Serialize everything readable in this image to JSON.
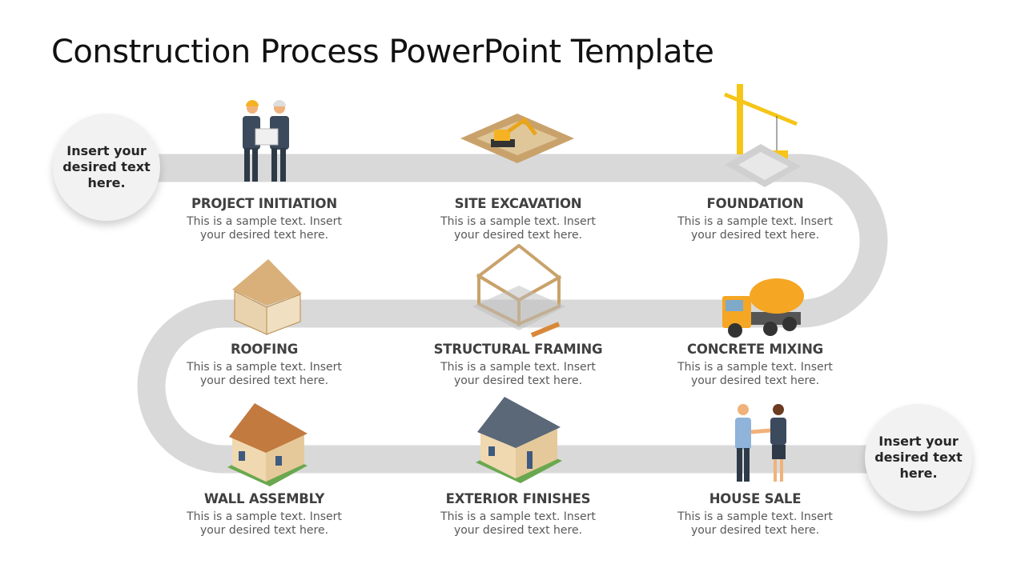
{
  "title": "Construction Process PowerPoint Template",
  "circles": {
    "start": "Insert your desired text here.",
    "end": "Insert your desired text here."
  },
  "steps": [
    {
      "title": "PROJECT INITIATION",
      "line1": "This is a sample text.  Insert",
      "line2": "your desired text here.",
      "icon": "engineers-icon"
    },
    {
      "title": "SITE EXCAVATION",
      "line1": "This is a sample text.  Insert",
      "line2": "your desired text here.",
      "icon": "excavator-icon"
    },
    {
      "title": "FOUNDATION",
      "line1": "This is a sample text.  Insert",
      "line2": "your desired text here.",
      "icon": "crane-icon"
    },
    {
      "title": "ROOFING",
      "line1": "This is a sample text.  Insert",
      "line2": "your desired text here.",
      "icon": "roof-frame-icon"
    },
    {
      "title": "STRUCTURAL FRAMING",
      "line1": "This is a sample text.  Insert",
      "line2": "your desired text here.",
      "icon": "house-frame-icon"
    },
    {
      "title": "CONCRETE MIXING",
      "line1": "This is a sample text.  Insert",
      "line2": "your desired text here.",
      "icon": "concrete-truck-icon"
    },
    {
      "title": "WALL ASSEMBLY",
      "line1": "This is a sample text.  Insert",
      "line2": "your desired text here.",
      "icon": "house-icon"
    },
    {
      "title": "EXTERIOR FINISHES",
      "line1": "This is a sample text.  Insert",
      "line2": "your desired text here.",
      "icon": "finished-house-icon"
    },
    {
      "title": "HOUSE SALE",
      "line1": "This is a sample text.  Insert",
      "line2": "your desired text here.",
      "icon": "handshake-icon"
    }
  ],
  "colors": {
    "road": "#d9d9d9",
    "circle": "#f2f2f2",
    "accent": "#f5b323"
  }
}
